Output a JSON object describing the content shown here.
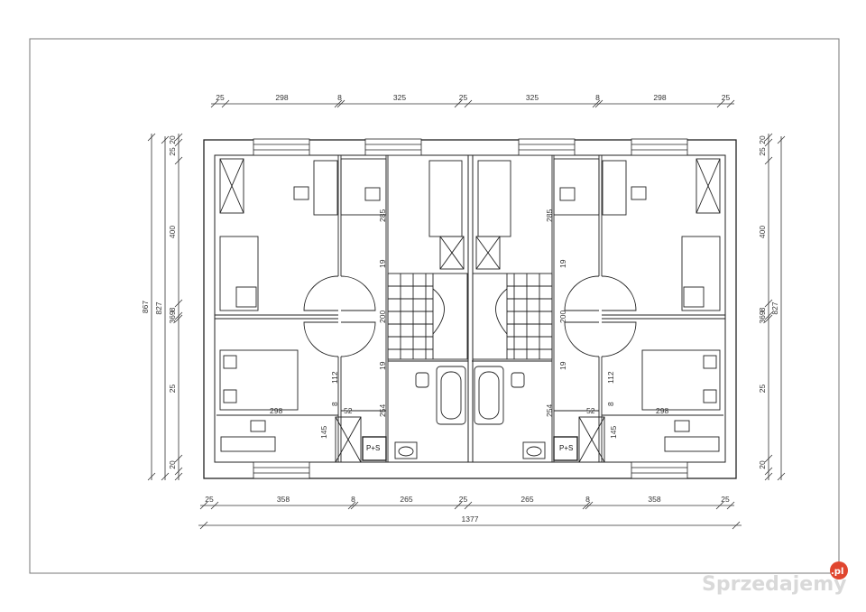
{
  "plan": {
    "top_dims": [
      "25",
      "298",
      "8",
      "325",
      "25",
      "325",
      "8",
      "298",
      "25"
    ],
    "bottom_dims": [
      "25",
      "358",
      "8",
      "265",
      "25",
      "265",
      "8",
      "358",
      "25"
    ],
    "total_width": "1377",
    "left_outer": [
      "867",
      "827"
    ],
    "left_inner": [
      "20",
      "25",
      "400",
      "8",
      "369",
      "25",
      "20"
    ],
    "right_outer": "827",
    "right_inner": [
      "20",
      "25",
      "400",
      "8",
      "369",
      "25",
      "20"
    ],
    "inner_labels": [
      "285",
      "285",
      "19",
      "19",
      "200",
      "200",
      "19",
      "19",
      "112",
      "112",
      "8",
      "8",
      "254",
      "254",
      "145",
      "145",
      "52",
      "52",
      "298",
      "298"
    ],
    "room_labels": [
      "P+S",
      "P+S"
    ]
  },
  "watermark": {
    "text": "Sprzedajemy",
    "suffix": ".pl"
  }
}
